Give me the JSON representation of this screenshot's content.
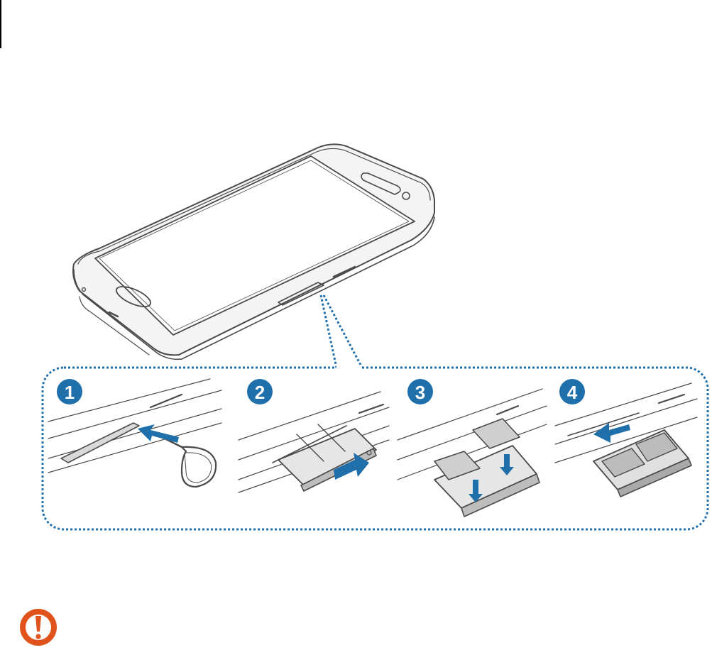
{
  "colors": {
    "accent_blue": "#1f6fab",
    "line_gray": "#4a4a4a",
    "caution_orange": "#e0531c"
  },
  "steps": [
    {
      "number": "1"
    },
    {
      "number": "2"
    },
    {
      "number": "3"
    },
    {
      "number": "4"
    }
  ],
  "icons": {
    "caution": "exclamation-circle-icon"
  }
}
